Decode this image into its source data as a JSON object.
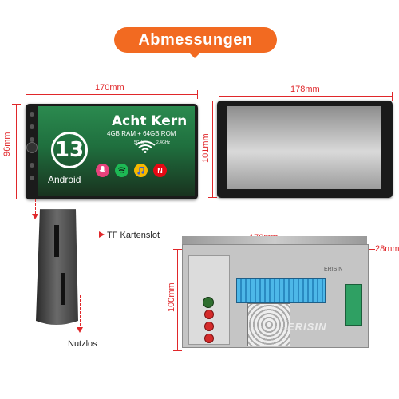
{
  "banner": {
    "title": "Abmessungen"
  },
  "dimensions": {
    "front_width": "170mm",
    "front_height": "96mm",
    "panel_width": "178mm",
    "panel_height": "101mm",
    "back_width": "178mm",
    "back_depth": "28mm",
    "back_height": "100mm"
  },
  "front_screen": {
    "title": "Acht Kern",
    "spec": "4GB RAM + 64GB ROM",
    "android_version": "13",
    "android_label": "Android",
    "wifi_labels": [
      "5GHz",
      "2.4GHz"
    ],
    "apps": [
      {
        "icon": "microphone-app-icon",
        "color": "#e8427c"
      },
      {
        "icon": "spotify-app-icon",
        "color": "#1db954"
      },
      {
        "icon": "music-app-icon",
        "color": "#f5b800"
      },
      {
        "icon": "netflix-app-icon",
        "color": "#e50914",
        "letter": "N"
      }
    ]
  },
  "callouts": {
    "tf_slot": "TF Kartenslot",
    "useless": "Nutzlos"
  },
  "back": {
    "logo": "ERISIN",
    "small_brand": "ERISIN"
  },
  "colors": {
    "accent": "#f26a21",
    "dimension": "#e0272a"
  }
}
